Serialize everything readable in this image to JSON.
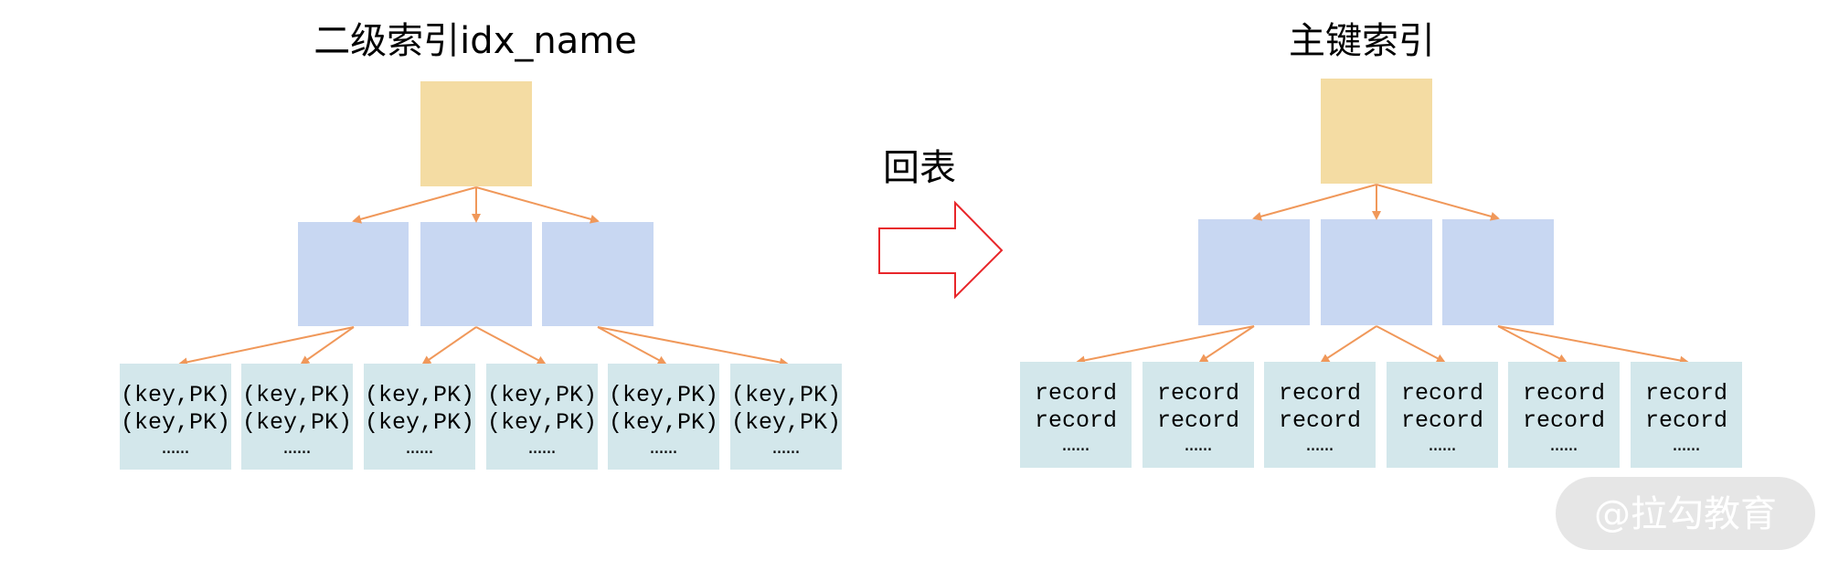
{
  "left_tree": {
    "title": "二级索引idx_name",
    "leaf_lines": [
      [
        "(key,PK)",
        "(key,PK)",
        "……"
      ],
      [
        "(key,PK)",
        "(key,PK)",
        "……"
      ],
      [
        "(key,PK)",
        "(key,PK)",
        "……"
      ],
      [
        "(key,PK)",
        "(key,PK)",
        "……"
      ],
      [
        "(key,PK)",
        "(key,PK)",
        "……"
      ],
      [
        "(key,PK)",
        "(key,PK)",
        "……"
      ]
    ]
  },
  "right_tree": {
    "title": "主键索引",
    "leaf_lines": [
      [
        "record",
        "record",
        "……"
      ],
      [
        "record",
        "record",
        "……"
      ],
      [
        "record",
        "record",
        "……"
      ],
      [
        "record",
        "record",
        "……"
      ],
      [
        "record",
        "record",
        "……"
      ],
      [
        "record",
        "record",
        "……"
      ]
    ]
  },
  "transition": {
    "label": "回表"
  },
  "watermark": {
    "text": "@拉勾教育"
  },
  "colors": {
    "root": "#f4dca3",
    "internal": "#c8d7f2",
    "leaf": "#d3e7eb",
    "edge": "#f0985a",
    "arrow_outline": "#e8262a",
    "watermark_bg": "#e6e6e6"
  }
}
